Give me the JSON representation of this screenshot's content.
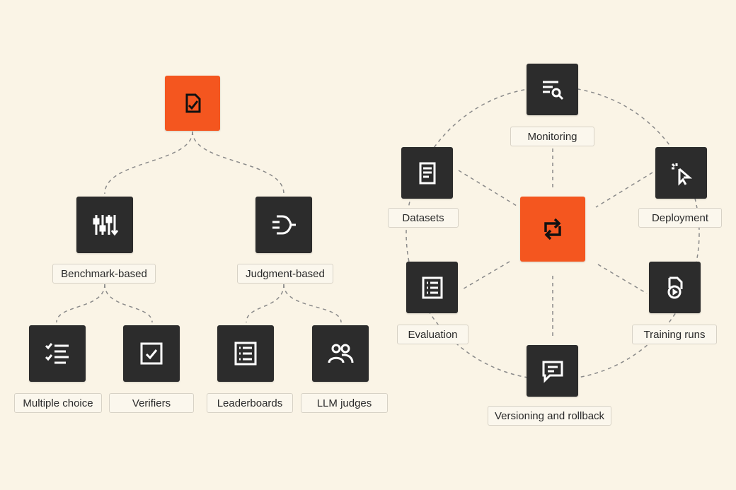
{
  "colors": {
    "background": "#faf4e6",
    "accent": "#f4561f",
    "node": "#2c2c2c",
    "connector": "#8a8a8a",
    "label_border": "#d7d2c6"
  },
  "evaluation_tree": {
    "root": {
      "icon": "document-check-icon"
    },
    "branches": [
      {
        "label": "Benchmark-based",
        "icon": "sliders-icon",
        "children": [
          {
            "label": "Multiple choice",
            "icon": "checklist-icon"
          },
          {
            "label": "Verifiers",
            "icon": "checkbox-icon"
          }
        ]
      },
      {
        "label": "Judgment-based",
        "icon": "logic-gate-icon",
        "children": [
          {
            "label": "Leaderboards",
            "icon": "list-icon"
          },
          {
            "label": "LLM judges",
            "icon": "users-icon"
          }
        ]
      }
    ]
  },
  "lifecycle": {
    "center": {
      "icon": "cycle-arrows-icon"
    },
    "stages": [
      {
        "label": "Monitoring",
        "icon": "search-list-icon"
      },
      {
        "label": "Deployment",
        "icon": "cursor-click-icon"
      },
      {
        "label": "Training runs",
        "icon": "document-play-icon"
      },
      {
        "label": "Versioning and rollback",
        "icon": "chat-bubble-icon"
      },
      {
        "label": "Evaluation",
        "icon": "list-icon"
      },
      {
        "label": "Datasets",
        "icon": "document-icon"
      }
    ]
  }
}
